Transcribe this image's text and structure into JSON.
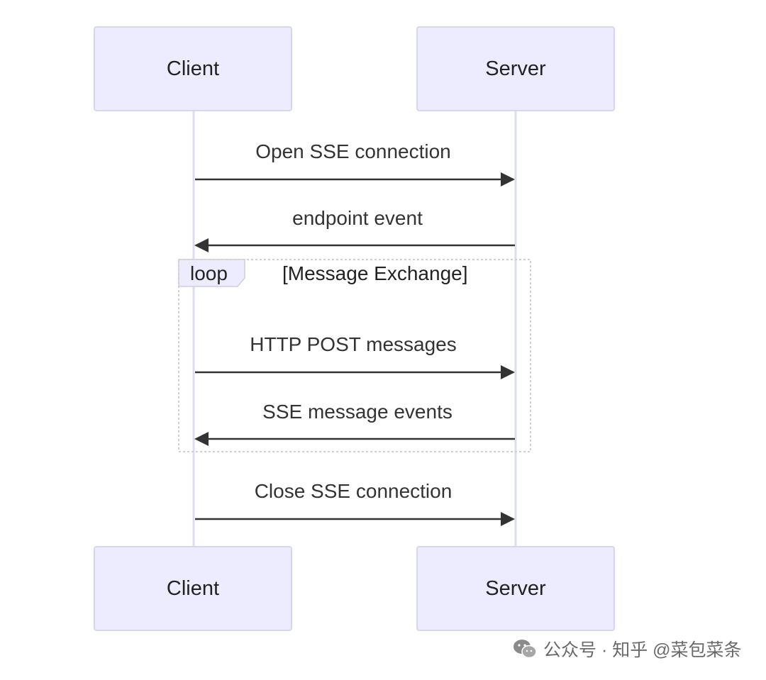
{
  "participants": {
    "client": "Client",
    "server": "Server"
  },
  "messages": [
    {
      "label": "Open SSE connection",
      "direction": "client-to-server"
    },
    {
      "label": "endpoint event",
      "direction": "server-to-client"
    },
    {
      "label": "HTTP POST messages",
      "direction": "client-to-server"
    },
    {
      "label": "SSE message events",
      "direction": "server-to-client"
    },
    {
      "label": "Close SSE connection",
      "direction": "client-to-server"
    }
  ],
  "loop": {
    "tag": "loop",
    "condition": "[Message Exchange]"
  },
  "watermark": {
    "text": "公众号 · 知乎 @菜包菜条"
  },
  "colors": {
    "participant_fill": "#ececfe",
    "participant_border": "#d6d6f0",
    "lifeline": "#dcdcf0",
    "arrow": "#333333",
    "loop_border": "#cccccc"
  }
}
